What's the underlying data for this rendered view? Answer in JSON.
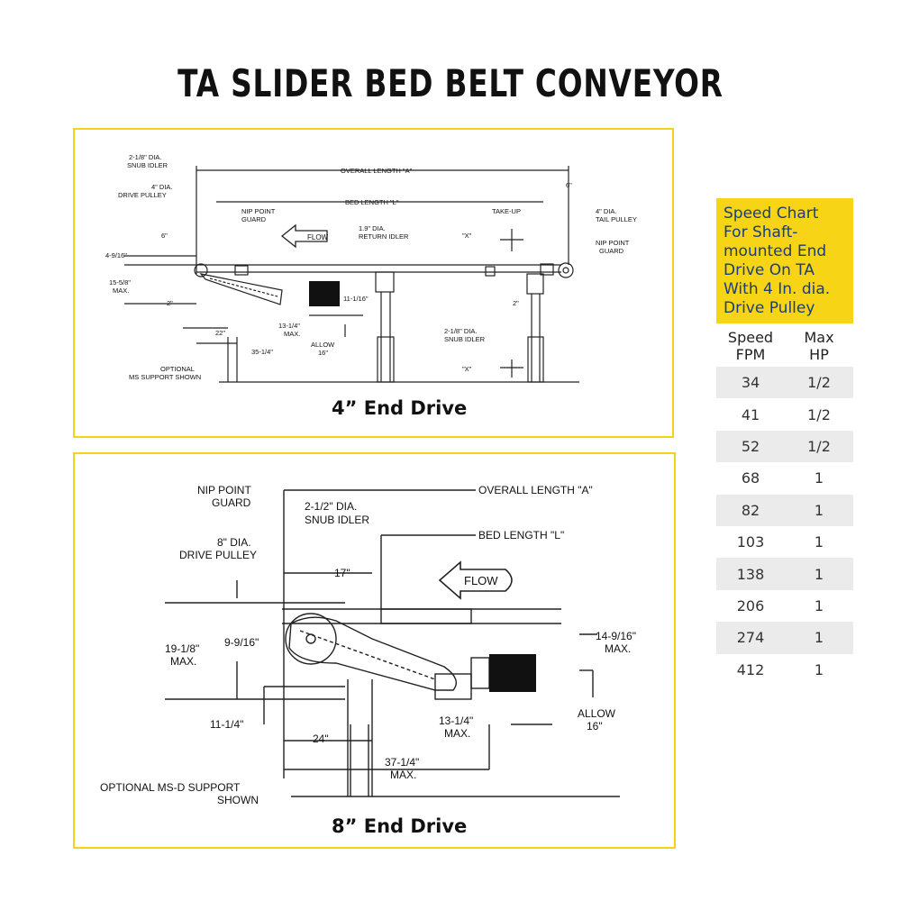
{
  "title": "TA SLIDER BED BELT CONVEYOR",
  "diagram1": {
    "caption": "4” End Drive",
    "labels": {
      "snub_idler": [
        "2-1/8\" DIA.",
        "SNUB IDLER"
      ],
      "drive_pulley": [
        "4\" DIA.",
        "DRIVE PULLEY"
      ],
      "overall_length": "OVERALL LENGTH \"A\"",
      "bed_length": "BED LENGTH \"L\"",
      "nip_guard_left": [
        "NIP POINT",
        "GUARD"
      ],
      "flow": "FLOW",
      "return_idler": [
        "1.9\" DIA.",
        "RETURN IDLER"
      ],
      "take_up": "TAKE-UP",
      "x_top": "\"X\"",
      "tail_pulley": [
        "4\" DIA.",
        "TAIL PULLEY"
      ],
      "nip_guard_right": [
        "NIP POINT",
        "GUARD"
      ],
      "dim_6_left": "6\"",
      "dim_6_right": "6\"",
      "dim_4_9_16": "4-9/16\"",
      "dim_15_5_8": [
        "15-5/8\"",
        "MAX."
      ],
      "dim_11_1_16": "11-1/16\"",
      "dim_2_left": "2\"",
      "dim_2_right": "2\"",
      "dim_13_1_4": [
        "13-1/4\"",
        "MAX."
      ],
      "dim_22": "22\"",
      "allow_16": [
        "ALLOW",
        "16\""
      ],
      "dim_35_1_4": "35-1/4\"",
      "snub_idler_bottom": [
        "2-1/8\" DIA.",
        "SNUB IDLER"
      ],
      "support": [
        "OPTIONAL",
        "MS SUPPORT SHOWN"
      ],
      "x_bottom": "\"X\""
    }
  },
  "diagram2": {
    "caption": "8” End Drive",
    "labels": {
      "nip_guard": [
        "NIP POINT",
        "GUARD"
      ],
      "overall_length": "OVERALL LENGTH \"A\"",
      "snub_idler": [
        "2-1/2\" DIA.",
        "SNUB IDLER"
      ],
      "bed_length": "BED LENGTH \"L\"",
      "drive_pulley": [
        "8\" DIA.",
        "DRIVE PULLEY"
      ],
      "dim_17": "17\"",
      "flow": "FLOW",
      "dim_19_1_8": [
        "19-1/8\"",
        "MAX."
      ],
      "dim_9_9_16": "9-9/16\"",
      "dim_14_9_16": [
        "14-9/16\"",
        "MAX."
      ],
      "dim_11_1_4": "11-1/4\"",
      "dim_24": "24\"",
      "dim_13_1_4": [
        "13-1/4\"",
        "MAX."
      ],
      "allow_16": [
        "ALLOW",
        "16\""
      ],
      "dim_37_1_4": [
        "37-1/4\"",
        "MAX."
      ],
      "support": [
        "OPTIONAL MS-D SUPPORT",
        "SHOWN"
      ]
    }
  },
  "speed_chart": {
    "header": [
      "Speed Chart",
      "For Shaft-",
      "mounted End",
      "Drive On TA",
      "With 4 In. dia.",
      "Drive Pulley"
    ],
    "col1": [
      "Speed",
      "FPM"
    ],
    "col2": [
      "Max",
      "HP"
    ],
    "rows": [
      {
        "fpm": "34",
        "hp": "1/2"
      },
      {
        "fpm": "41",
        "hp": "1/2"
      },
      {
        "fpm": "52",
        "hp": "1/2"
      },
      {
        "fpm": "68",
        "hp": "1"
      },
      {
        "fpm": "82",
        "hp": "1"
      },
      {
        "fpm": "103",
        "hp": "1"
      },
      {
        "fpm": "138",
        "hp": "1"
      },
      {
        "fpm": "206",
        "hp": "1"
      },
      {
        "fpm": "274",
        "hp": "1"
      },
      {
        "fpm": "412",
        "hp": "1"
      }
    ]
  },
  "colors": {
    "accent": "#f7d415",
    "chart_text": "#1c3d7a",
    "stripe": "#ebebeb"
  }
}
